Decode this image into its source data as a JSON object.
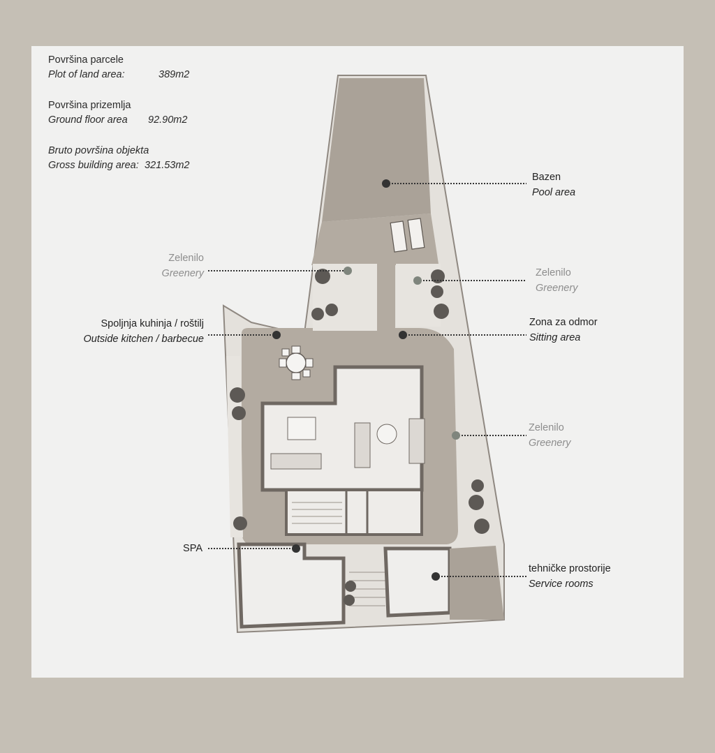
{
  "info": {
    "plot_title": "Površina parcele",
    "plot_label": "Plot of land area:",
    "plot_value": "389m2",
    "ground_title": "Površina prizemlja",
    "ground_label": "Ground floor area",
    "ground_value": "92.90m2",
    "gross_title": "Bruto površina objekta",
    "gross_label": "Gross building area:",
    "gross_value": "321.53m2"
  },
  "labels": {
    "pool": {
      "local": "Bazen",
      "english": "Pool area"
    },
    "greenery_left": {
      "local": "Zelenilo",
      "english": "Greenery"
    },
    "greenery_right_top": {
      "local": "Zelenilo",
      "english": "Greenery"
    },
    "greenery_right_mid": {
      "local": "Zelenilo",
      "english": "Greenery"
    },
    "kitchen": {
      "local": "Spoljnja kuhinja / roštilj",
      "english": "Outside kitchen / barbecue"
    },
    "sitting": {
      "local": "Zona za odmor",
      "english": "Sitting area"
    },
    "spa": {
      "local": "SPA"
    },
    "service": {
      "local": "tehničke prostorije",
      "english": "Service rooms"
    }
  },
  "colors": {
    "background": "#c5bfb5",
    "sheet": "#f1f1f0",
    "terrace": "#b3aba1",
    "pool": "#aaa298",
    "greenery": "#e4e1dc",
    "walls": "#706862",
    "dot_dark": "#333333",
    "dot_grey": "#7f857d",
    "tree": "#5d5955"
  }
}
